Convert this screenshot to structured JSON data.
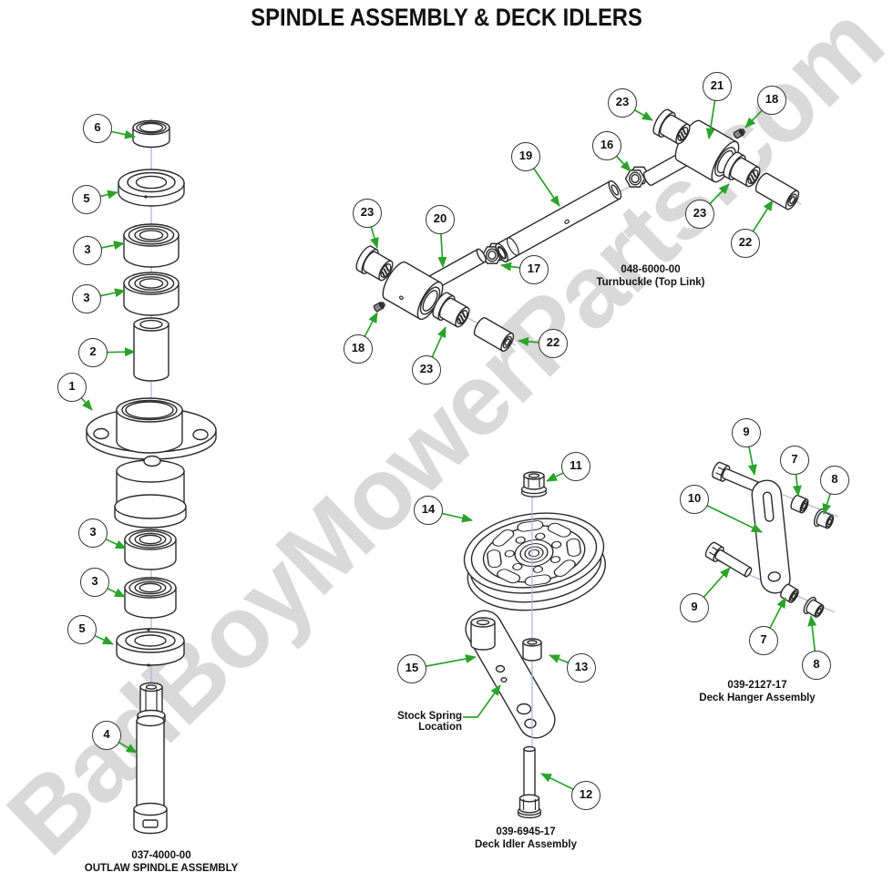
{
  "title": "SPINDLE ASSEMBLY & DECK IDLERS",
  "watermark": "BadBoyMowerParts.com",
  "colors": {
    "arrow_green": "#2aa32a",
    "axis_blue": "#a9b2e4",
    "line_dark": "#2b2b2b",
    "watermark_gray": "#d9d9d9"
  },
  "assemblies": {
    "spindle": {
      "part_number": "037-4000-00",
      "name": "OUTLAW SPINDLE ASSEMBLY"
    },
    "turnbuckle": {
      "part_number": "048-6000-00",
      "name": "Turnbuckle (Top Link)"
    },
    "deck_idler": {
      "part_number": "039-6945-17",
      "name": "Deck Idler Assembly"
    },
    "deck_hanger": {
      "part_number": "039-2127-17",
      "name": "Deck Hanger Assembly"
    }
  },
  "annotations": {
    "stock_spring_location": "Stock Spring Location"
  },
  "callouts": [
    "6",
    "5",
    "3",
    "3",
    "2",
    "1",
    "3",
    "3",
    "5",
    "4",
    "23",
    "20",
    "19",
    "16",
    "17",
    "18",
    "23",
    "22",
    "23",
    "21",
    "18",
    "23",
    "22",
    "11",
    "14",
    "15",
    "13",
    "12",
    "9",
    "7",
    "8",
    "10",
    "9",
    "7",
    "8"
  ]
}
